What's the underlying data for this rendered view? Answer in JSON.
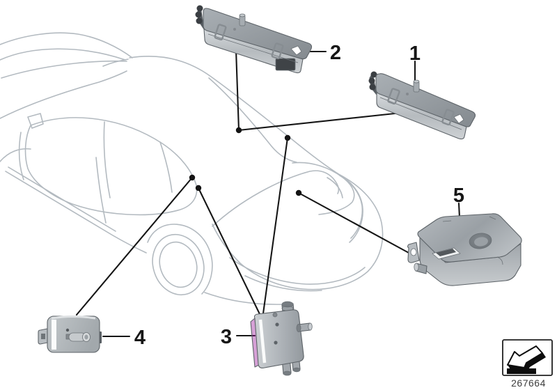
{
  "diagram": {
    "callouts": [
      {
        "label": "1"
      },
      {
        "label": "2"
      },
      {
        "label": "3"
      },
      {
        "label": "4"
      },
      {
        "label": "5"
      }
    ],
    "reference": {
      "number": "267664",
      "icon": "corner-arrow-icon"
    },
    "colors": {
      "car_outline": "#b3bac0",
      "callout": "#161616",
      "part_stroke": "#5d6368"
    }
  }
}
